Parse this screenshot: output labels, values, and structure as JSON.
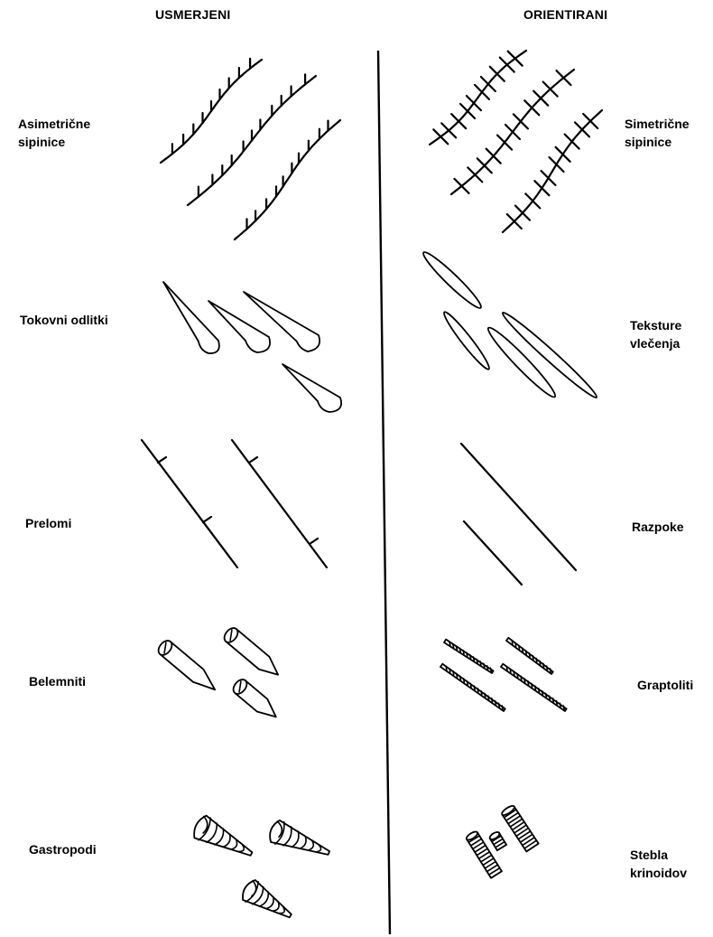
{
  "headers": {
    "left": "USMERJENI",
    "right": "ORIENTIRANI"
  },
  "rows": [
    {
      "left": "Asimetrične\nsipinice",
      "right": "Simetrične\nsipinice"
    },
    {
      "left": "Tokovni odlitki",
      "right": "Teksture\nvlečenja"
    },
    {
      "left": "Prelomi",
      "right": "Razpoke"
    },
    {
      "left": "Belemniti",
      "right": "Graptoliti"
    },
    {
      "left": "Gastropodi",
      "right": "Stebla\nkrinoidov"
    }
  ]
}
